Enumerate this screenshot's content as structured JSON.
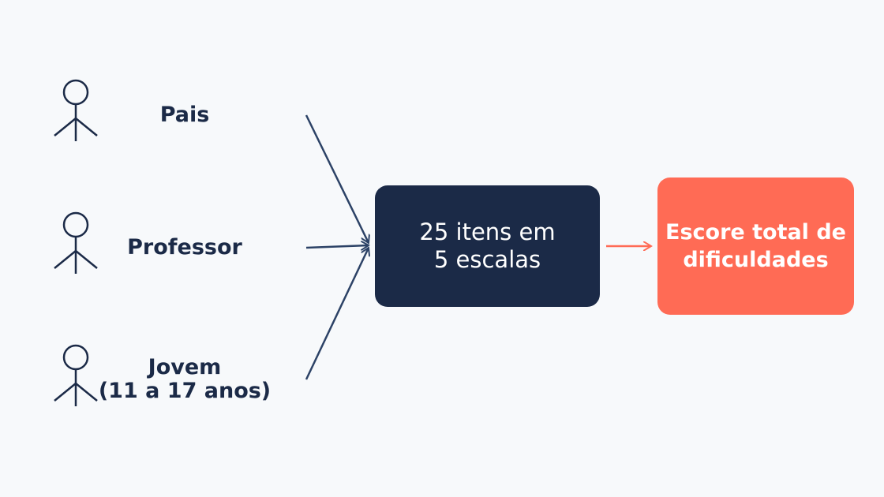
{
  "respondents": [
    {
      "lines": [
        "Pais"
      ]
    },
    {
      "lines": [
        "Professor"
      ]
    },
    {
      "lines": [
        "Jovem",
        "(11 a 17 anos)"
      ]
    }
  ],
  "center_box": {
    "lines": [
      "25 itens em",
      "5 escalas"
    ]
  },
  "result_box": {
    "lines": [
      "Escore total de",
      "dificuldades"
    ]
  },
  "colors": {
    "background": "#f7f9fb",
    "navy": "#1b2a47",
    "coral": "#ff6b55"
  },
  "icons": [
    "person-icon",
    "person-icon",
    "person-icon"
  ]
}
